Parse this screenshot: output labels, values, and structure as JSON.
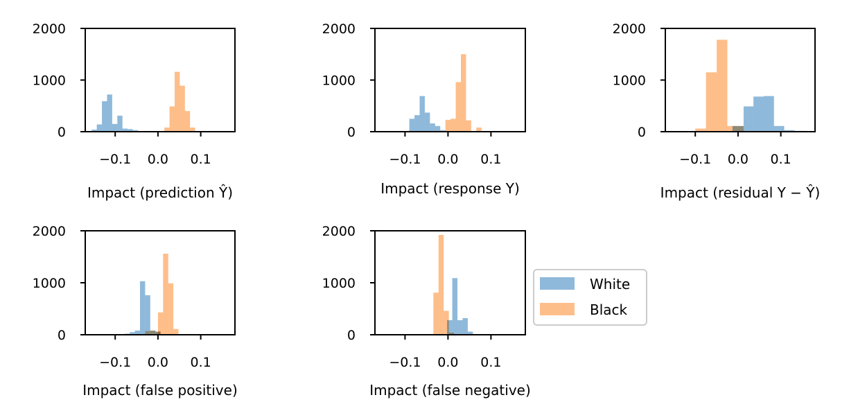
{
  "chart_data": [
    {
      "type": "histogram",
      "xlabel": "Impact (prediction Ŷ)",
      "xlim": [
        -0.17,
        0.18
      ],
      "ylim": [
        0,
        2000
      ],
      "xticks": [
        -0.1,
        0.0,
        0.1
      ],
      "xtick_labels": [
        "−0.1",
        "0.0",
        "0.1"
      ],
      "yticks": [
        0,
        1000,
        2000
      ],
      "ytick_labels": [
        "0",
        "1000",
        "2000"
      ],
      "series": [
        {
          "name": "White",
          "bins": [
            {
              "x0": -0.155,
              "x1": -0.143,
              "count": 40
            },
            {
              "x0": -0.143,
              "x1": -0.131,
              "count": 140
            },
            {
              "x0": -0.131,
              "x1": -0.119,
              "count": 590
            },
            {
              "x0": -0.119,
              "x1": -0.107,
              "count": 720
            },
            {
              "x0": -0.107,
              "x1": -0.095,
              "count": 150
            },
            {
              "x0": -0.095,
              "x1": -0.083,
              "count": 310
            },
            {
              "x0": -0.083,
              "x1": -0.071,
              "count": 60
            },
            {
              "x0": -0.071,
              "x1": -0.059,
              "count": 50
            },
            {
              "x0": -0.059,
              "x1": -0.047,
              "count": 30
            }
          ]
        },
        {
          "name": "Black",
          "bins": [
            {
              "x0": 0.015,
              "x1": 0.027,
              "count": 80
            },
            {
              "x0": 0.027,
              "x1": 0.039,
              "count": 490
            },
            {
              "x0": 0.039,
              "x1": 0.051,
              "count": 1160
            },
            {
              "x0": 0.051,
              "x1": 0.063,
              "count": 890
            },
            {
              "x0": 0.063,
              "x1": 0.075,
              "count": 400
            },
            {
              "x0": 0.075,
              "x1": 0.087,
              "count": 80
            }
          ]
        }
      ]
    },
    {
      "type": "histogram",
      "xlabel": "Impact (response Y)",
      "xlim": [
        -0.17,
        0.18
      ],
      "ylim": [
        0,
        2000
      ],
      "xticks": [
        -0.1,
        0.0,
        0.1
      ],
      "xtick_labels": [
        "−0.1",
        "0.0",
        "0.1"
      ],
      "yticks": [
        0,
        1000,
        2000
      ],
      "ytick_labels": [
        "0",
        "1000",
        "2000"
      ],
      "series": [
        {
          "name": "White",
          "bins": [
            {
              "x0": -0.09,
              "x1": -0.078,
              "count": 250
            },
            {
              "x0": -0.078,
              "x1": -0.066,
              "count": 320
            },
            {
              "x0": -0.066,
              "x1": -0.054,
              "count": 690
            },
            {
              "x0": -0.054,
              "x1": -0.042,
              "count": 370
            },
            {
              "x0": -0.042,
              "x1": -0.03,
              "count": 160
            },
            {
              "x0": -0.03,
              "x1": -0.018,
              "count": 110
            },
            {
              "x0": -0.018,
              "x1": -0.006,
              "count": 30
            }
          ]
        },
        {
          "name": "Black",
          "bins": [
            {
              "x0": -0.006,
              "x1": 0.006,
              "count": 230
            },
            {
              "x0": 0.006,
              "x1": 0.018,
              "count": 250
            },
            {
              "x0": 0.018,
              "x1": 0.03,
              "count": 960
            },
            {
              "x0": 0.03,
              "x1": 0.042,
              "count": 1500
            },
            {
              "x0": 0.042,
              "x1": 0.054,
              "count": 220
            },
            {
              "x0": 0.066,
              "x1": 0.078,
              "count": 80
            }
          ]
        }
      ]
    },
    {
      "type": "histogram",
      "xlabel": "Impact (residual Y − Ŷ)",
      "xlim": [
        -0.17,
        0.18
      ],
      "ylim": [
        0,
        2000
      ],
      "xticks": [
        -0.1,
        0.0,
        0.1
      ],
      "xtick_labels": [
        "−0.1",
        "0.0",
        "0.1"
      ],
      "yticks": [
        0,
        1000,
        2000
      ],
      "ytick_labels": [
        "0",
        "1000",
        "2000"
      ],
      "series": [
        {
          "name": "White",
          "bins": [
            {
              "x0": -0.013,
              "x1": 0.0,
              "count": 110
            },
            {
              "x0": 0.0,
              "x1": 0.013,
              "count": 110
            },
            {
              "x0": 0.013,
              "x1": 0.036,
              "count": 490
            },
            {
              "x0": 0.036,
              "x1": 0.06,
              "count": 680
            },
            {
              "x0": 0.06,
              "x1": 0.084,
              "count": 690
            },
            {
              "x0": 0.084,
              "x1": 0.108,
              "count": 110
            },
            {
              "x0": 0.108,
              "x1": 0.132,
              "count": 30
            },
            {
              "x0": 0.132,
              "x1": 0.156,
              "count": 15
            }
          ]
        },
        {
          "name": "Black",
          "bins": [
            {
              "x0": -0.1,
              "x1": -0.075,
              "count": 60
            },
            {
              "x0": -0.075,
              "x1": -0.05,
              "count": 1150
            },
            {
              "x0": -0.05,
              "x1": -0.025,
              "count": 1780
            },
            {
              "x0": -0.025,
              "x1": 0.0,
              "count": 110
            },
            {
              "x0": 0.0,
              "x1": 0.013,
              "count": 110
            }
          ]
        }
      ]
    },
    {
      "type": "histogram",
      "xlabel": "Impact (false positive)",
      "xlim": [
        -0.17,
        0.18
      ],
      "ylim": [
        0,
        2000
      ],
      "xticks": [
        -0.1,
        0.0,
        0.1
      ],
      "xtick_labels": [
        "−0.1",
        "0.0",
        "0.1"
      ],
      "yticks": [
        0,
        1000,
        2000
      ],
      "ytick_labels": [
        "0",
        "1000",
        "2000"
      ],
      "series": [
        {
          "name": "White",
          "bins": [
            {
              "x0": -0.078,
              "x1": -0.066,
              "count": 20
            },
            {
              "x0": -0.066,
              "x1": -0.054,
              "count": 50
            },
            {
              "x0": -0.054,
              "x1": -0.042,
              "count": 80
            },
            {
              "x0": -0.042,
              "x1": -0.03,
              "count": 1030
            },
            {
              "x0": -0.03,
              "x1": -0.018,
              "count": 760
            },
            {
              "x0": -0.018,
              "x1": -0.006,
              "count": 80
            },
            {
              "x0": -0.006,
              "x1": 0.006,
              "count": 60
            }
          ]
        },
        {
          "name": "Black",
          "bins": [
            {
              "x0": -0.03,
              "x1": -0.018,
              "count": 70
            },
            {
              "x0": -0.018,
              "x1": -0.006,
              "count": 80
            },
            {
              "x0": -0.006,
              "x1": 0.006,
              "count": 60
            },
            {
              "x0": 0.0,
              "x1": 0.012,
              "count": 430
            },
            {
              "x0": 0.012,
              "x1": 0.024,
              "count": 1560
            },
            {
              "x0": 0.024,
              "x1": 0.036,
              "count": 990
            },
            {
              "x0": 0.036,
              "x1": 0.048,
              "count": 110
            }
          ]
        }
      ]
    },
    {
      "type": "histogram",
      "xlabel": "Impact (false negative)",
      "xlim": [
        -0.17,
        0.18
      ],
      "ylim": [
        0,
        2000
      ],
      "xticks": [
        -0.1,
        0.0,
        0.1
      ],
      "xtick_labels": [
        "−0.1",
        "0.0",
        "0.1"
      ],
      "yticks": [
        0,
        1000,
        2000
      ],
      "ytick_labels": [
        "0",
        "1000",
        "2000"
      ],
      "series": [
        {
          "name": "White",
          "bins": [
            {
              "x0": -0.002,
              "x1": 0.01,
              "count": 280
            },
            {
              "x0": 0.01,
              "x1": 0.022,
              "count": 1090
            },
            {
              "x0": 0.022,
              "x1": 0.034,
              "count": 280
            },
            {
              "x0": 0.034,
              "x1": 0.046,
              "count": 320
            },
            {
              "x0": 0.046,
              "x1": 0.058,
              "count": 60
            }
          ]
        },
        {
          "name": "Black",
          "bins": [
            {
              "x0": -0.034,
              "x1": -0.022,
              "count": 810
            },
            {
              "x0": -0.022,
              "x1": -0.01,
              "count": 1920
            },
            {
              "x0": -0.01,
              "x1": 0.002,
              "count": 460
            },
            {
              "x0": 0.002,
              "x1": 0.014,
              "count": 40
            }
          ]
        }
      ]
    }
  ],
  "legend": {
    "placement": "right of bottom-middle panel",
    "entries": [
      {
        "name": "White",
        "color": "#8FB9DA"
      },
      {
        "name": "Black",
        "color": "#FEBE8A"
      }
    ]
  },
  "colors": {
    "White": "#8FB9DA",
    "Black": "#FEBE8A",
    "overlap": "#CFB39B"
  }
}
